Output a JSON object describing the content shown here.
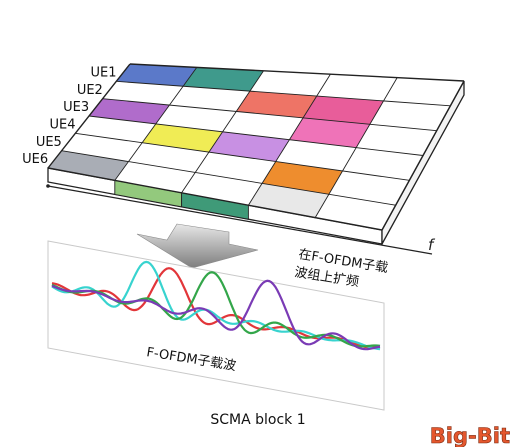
{
  "ue_labels": [
    "UE1",
    "UE2",
    "UE3",
    "UE4",
    "UE5",
    "UE6"
  ],
  "grid": {
    "rows": 6,
    "cols": 5,
    "cells": [
      {
        "row": 0,
        "col": 0,
        "color": "#5b79c9"
      },
      {
        "row": 0,
        "col": 1,
        "color": "#3f9a8c"
      },
      {
        "row": 1,
        "col": 2,
        "color": "#ee7466"
      },
      {
        "row": 1,
        "col": 3,
        "color": "#e85d9a"
      },
      {
        "row": 2,
        "col": 0,
        "color": "#b06ccb"
      },
      {
        "row": 2,
        "col": 3,
        "color": "#ef73b8"
      },
      {
        "row": 3,
        "col": 1,
        "color": "#f0ec55"
      },
      {
        "row": 3,
        "col": 2,
        "color": "#c890e3"
      },
      {
        "row": 4,
        "col": 3,
        "color": "#ee8d2e"
      },
      {
        "row": 5,
        "col": 0,
        "color": "#a9adb5"
      },
      {
        "row": 5,
        "col": 3,
        "color": "#e8e8e8"
      }
    ],
    "front_highlights": [
      {
        "col": 1,
        "color": "#93c97d"
      },
      {
        "col": 2,
        "color": "#3f9a78"
      }
    ]
  },
  "axis_label": "f",
  "arrow_caption_line1": "在F-OFDM子载",
  "arrow_caption_line2": "波组上扩频",
  "waves_label": "F-OFDM子载波",
  "waves": [
    {
      "name": "red",
      "color": "#e2363a"
    },
    {
      "name": "cyan",
      "color": "#38d3cf"
    },
    {
      "name": "green",
      "color": "#33a64a"
    },
    {
      "name": "purple",
      "color": "#7a3bb5"
    }
  ],
  "block_caption": "SCMA block 1",
  "watermark": "Big-Bit"
}
